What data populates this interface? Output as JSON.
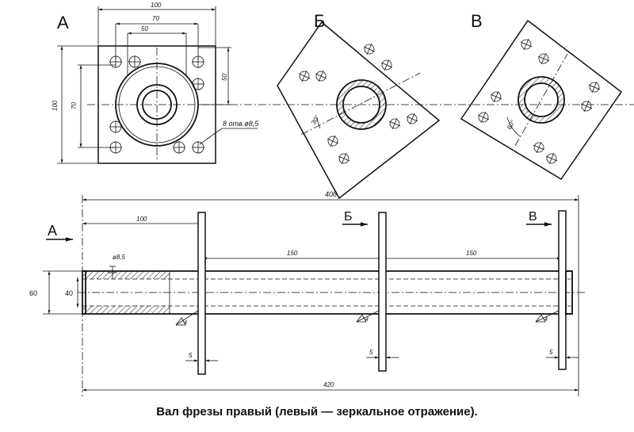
{
  "view_labels": {
    "a": "А",
    "b": "Б",
    "v": "В"
  },
  "top_view": {
    "dims": {
      "w100": "100",
      "w70": "70",
      "w50": "50",
      "h100": "100",
      "h70": "70",
      "h50": "50"
    },
    "holes_note": "8 отв.ø8,5"
  },
  "view_b": {
    "angle": "30°"
  },
  "view_v": {
    "angle": "60°"
  },
  "side_view": {
    "overall_top": "408",
    "overall_bottom": "420",
    "offset_100": "100",
    "span1": "150",
    "span2": "150",
    "hole_dia": "ø8,5",
    "dia_outer": "60",
    "dia_inner": "40",
    "plate_thk": "5",
    "weld": "4",
    "section_a": "А",
    "section_b": "Б",
    "section_v": "В"
  },
  "caption": "Вал фрезы правый (левый — зеркальное отражение)."
}
